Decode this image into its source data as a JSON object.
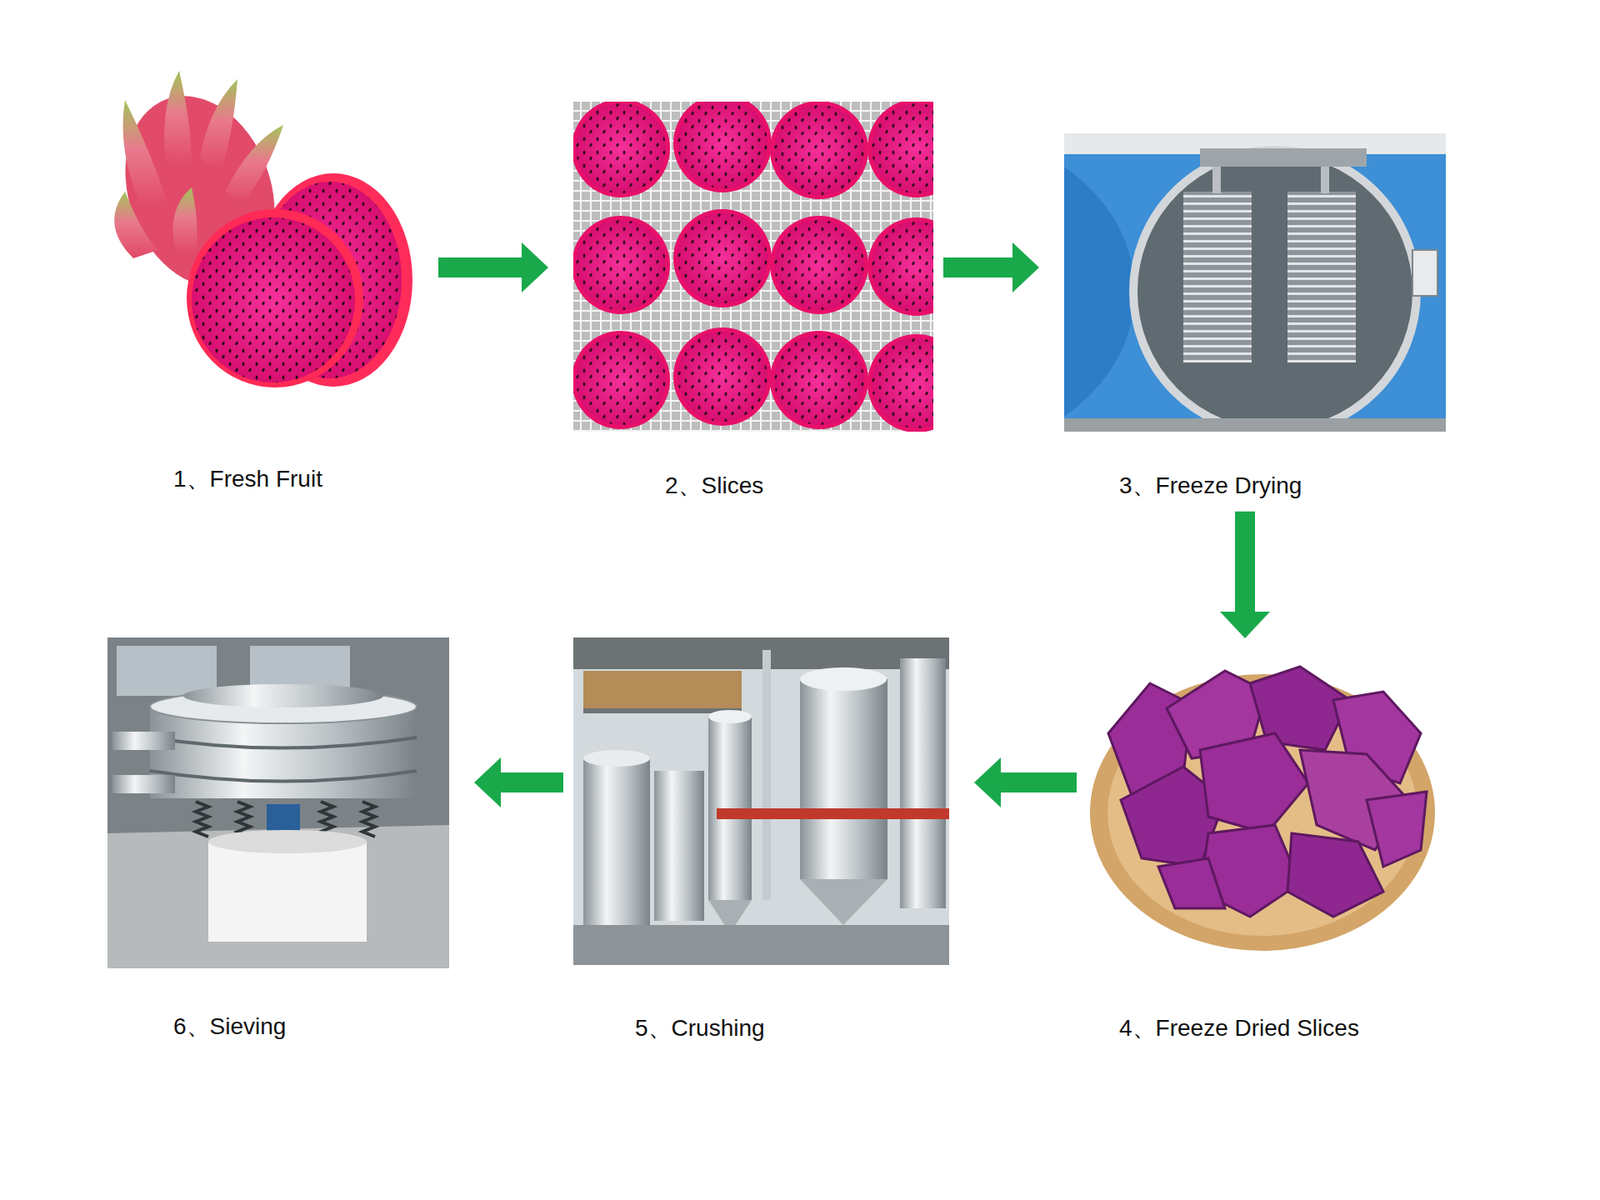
{
  "diagram": {
    "nodes": [
      {
        "text": [
          "1、Fresh Fruit"
        ]
      },
      {
        "text": [
          "2、Slices"
        ]
      },
      {
        "text": [
          "3、Freeze Drying"
        ]
      },
      {
        "text": [
          "4、Freeze Dried Slices"
        ]
      },
      {
        "text": [
          "5、Crushing"
        ]
      },
      {
        "text": [
          "6、Sieving"
        ]
      }
    ],
    "edges": [
      {
        "from": 0,
        "to": 1,
        "arrow": "to"
      },
      {
        "from": 1,
        "to": 2,
        "arrow": "to"
      },
      {
        "from": 2,
        "to": 3,
        "arrow": "to"
      },
      {
        "from": 3,
        "to": 4,
        "arrow": "to"
      },
      {
        "from": 4,
        "to": 5,
        "arrow": "to"
      }
    ]
  }
}
